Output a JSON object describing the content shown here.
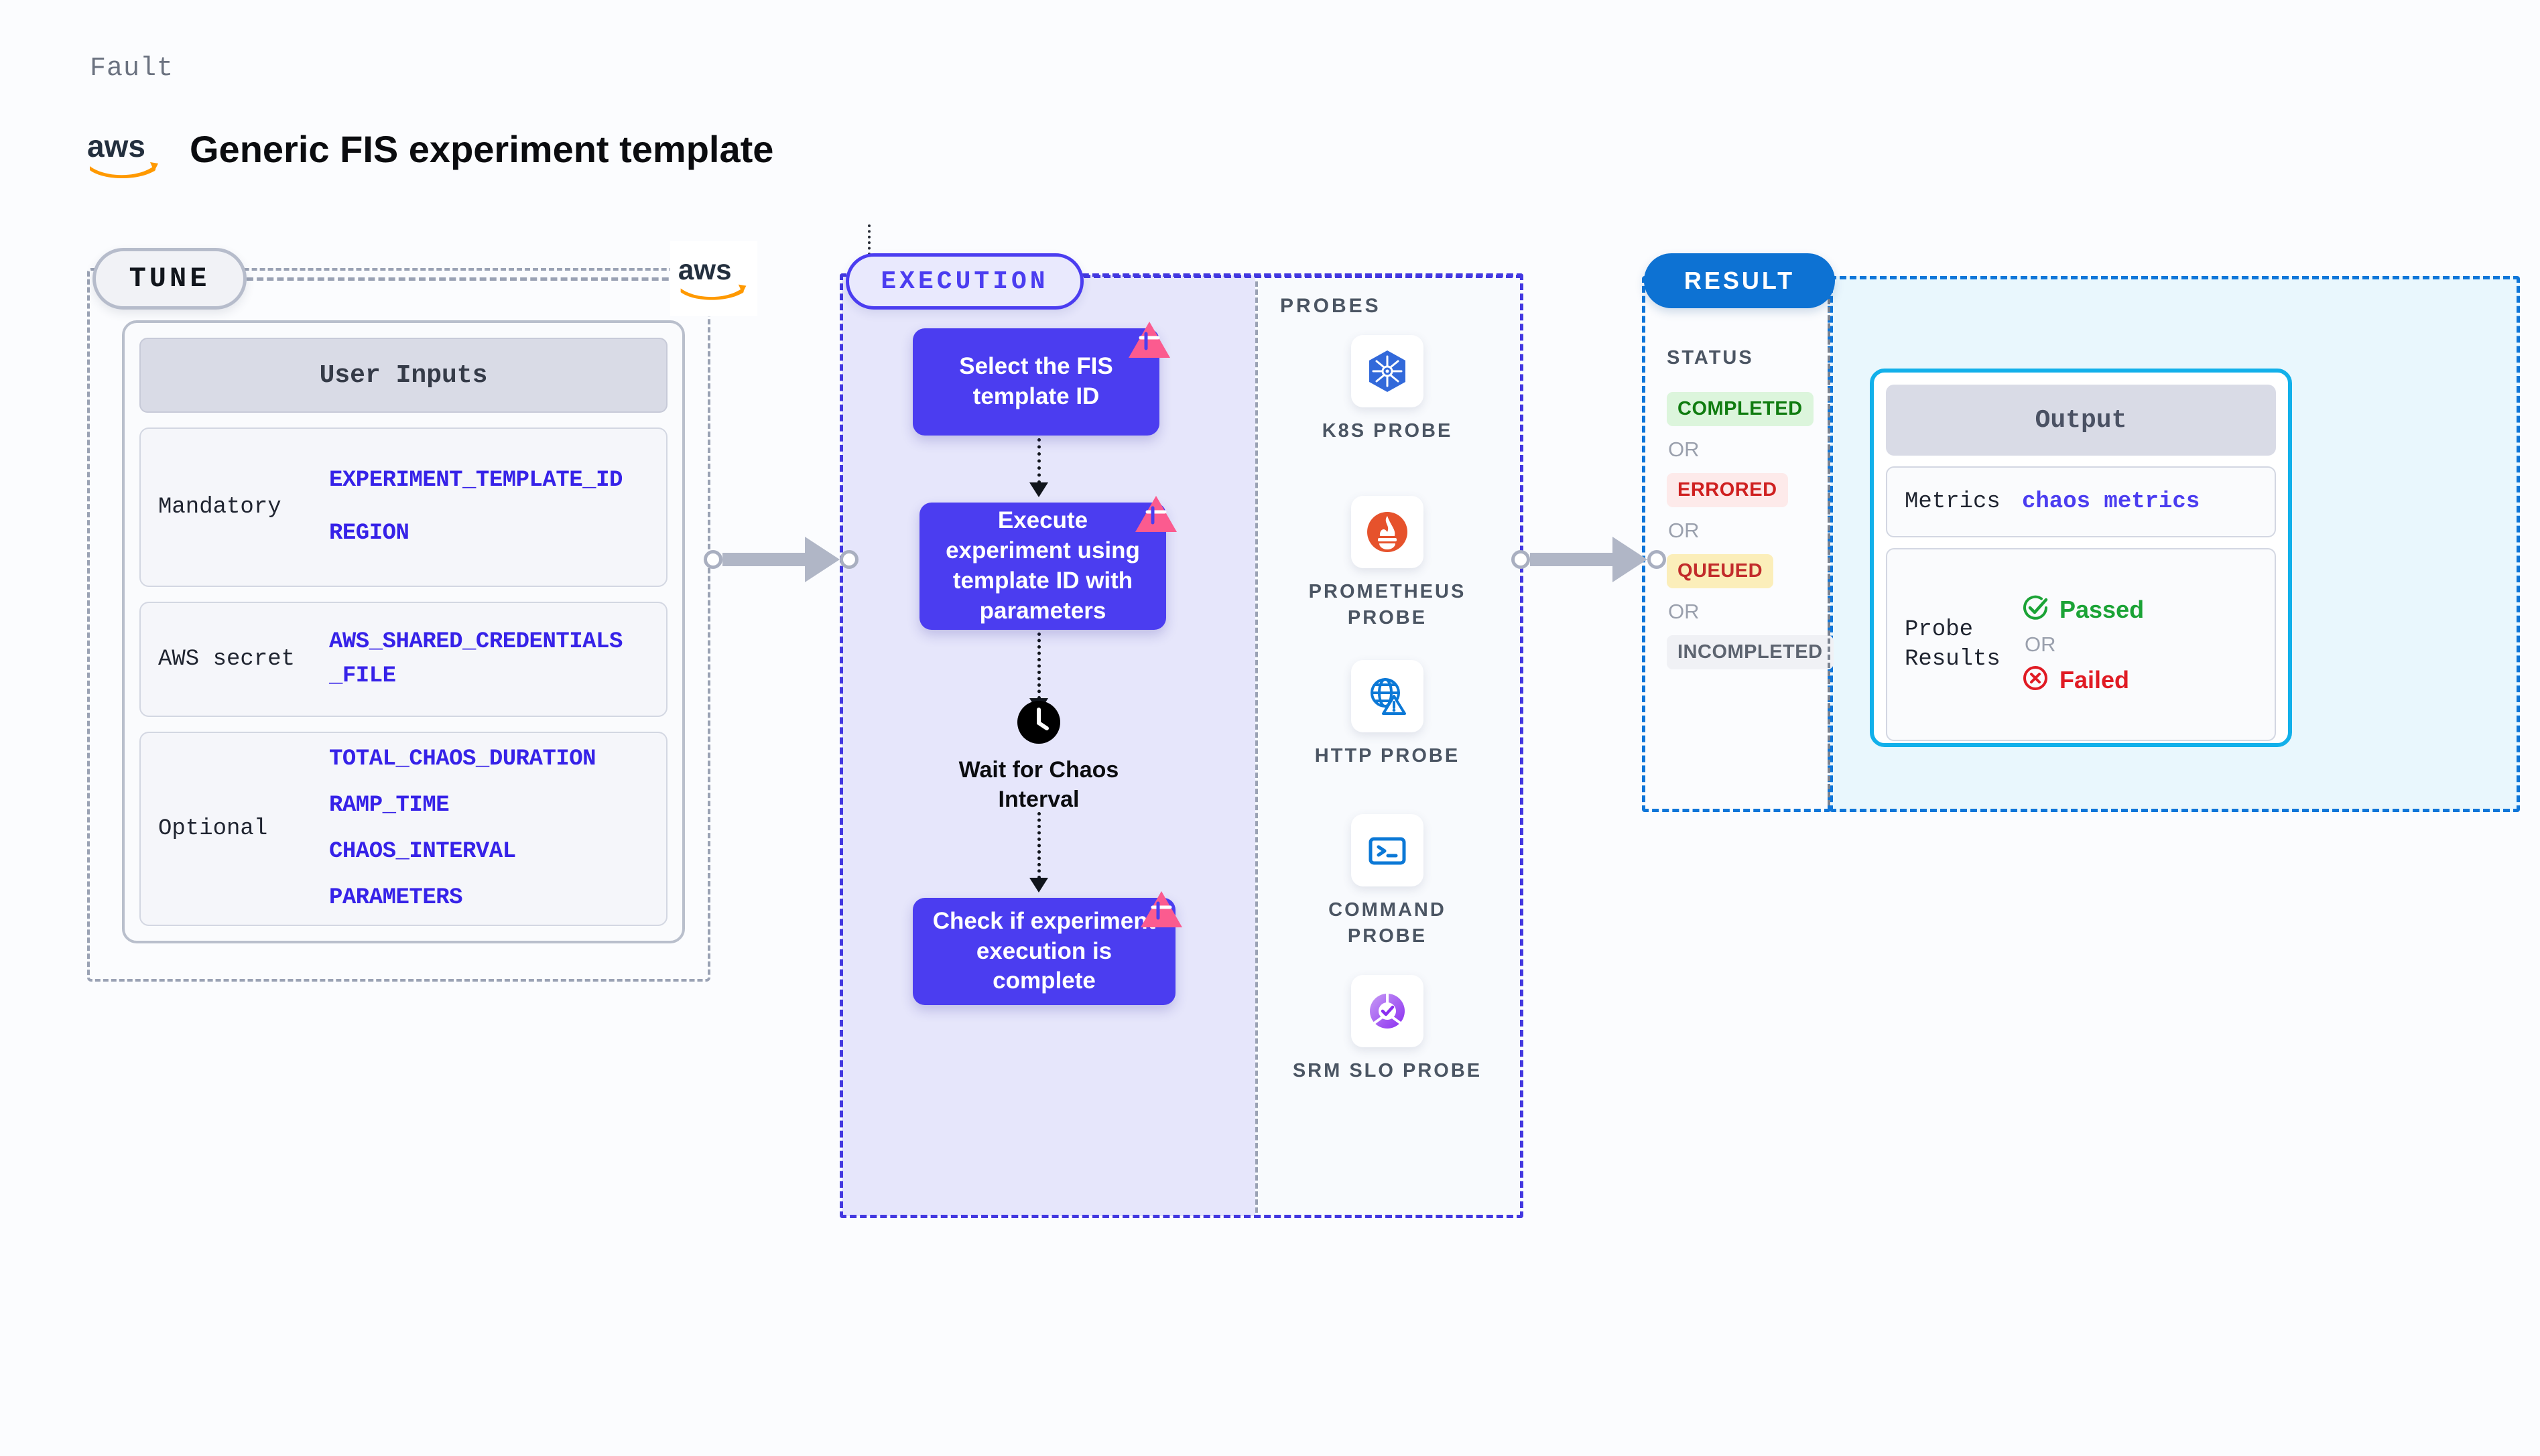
{
  "header": {
    "fault_label": "Fault",
    "title": "Generic FIS experiment template",
    "aws_logo": "aws-logo"
  },
  "tune": {
    "pill_label": "TUNE",
    "card_title": "User Inputs",
    "groups": [
      {
        "label": "Mandatory",
        "vars": [
          "EXPERIMENT_TEMPLATE_ID",
          "REGION"
        ]
      },
      {
        "label": "AWS secret",
        "vars": [
          "AWS_SHARED_CREDENTIALS",
          "_FILE"
        ]
      },
      {
        "label": "Optional",
        "vars": [
          "TOTAL_CHAOS_DURATION",
          "RAMP_TIME",
          "CHAOS_INTERVAL",
          "PARAMETERS"
        ]
      }
    ]
  },
  "execution": {
    "pill_label": "EXECUTION",
    "steps": [
      {
        "text": "Select the FIS template ID",
        "icon": "litmus-chaos-icon"
      },
      {
        "text": "Execute experiment using template ID with parameters",
        "icon": "litmus-chaos-icon"
      },
      {
        "text": "Wait for Chaos Interval",
        "icon": "clock-icon"
      },
      {
        "text": "Check if experiment execution is complete",
        "icon": "litmus-chaos-icon"
      }
    ],
    "probes_title": "PROBES",
    "probes": [
      {
        "label": "K8S PROBE",
        "icon": "kubernetes-icon"
      },
      {
        "label": "PROMETHEUS PROBE",
        "icon": "prometheus-icon"
      },
      {
        "label": "HTTP PROBE",
        "icon": "globe-warning-icon"
      },
      {
        "label": "COMMAND PROBE",
        "icon": "terminal-icon"
      },
      {
        "label": "SRM SLO PROBE",
        "icon": "slo-donut-icon"
      }
    ]
  },
  "result": {
    "pill_label": "RESULT",
    "status_title": "STATUS",
    "or_label": "OR",
    "statuses": [
      {
        "label": "COMPLETED",
        "bg": "#dcf5dc",
        "fg": "#107c10"
      },
      {
        "label": "ERRORED",
        "bg": "#fdeaea",
        "fg": "#cf2020"
      },
      {
        "label": "QUEUED",
        "bg": "#fbeeba",
        "fg": "#c22b2b"
      },
      {
        "label": "INCOMPLETED",
        "bg": "#f0f1f5",
        "fg": "#5d6470"
      }
    ],
    "output": {
      "title": "Output",
      "metrics_key": "Metrics",
      "metrics_value": "chaos metrics",
      "probe_key": "Probe Results",
      "passed_label": "Passed",
      "failed_label": "Failed",
      "or_label": "OR",
      "passed_color": "#1ba336",
      "failed_color": "#e01b24"
    }
  },
  "colors": {
    "accent_purple": "#4b3df0",
    "accent_blue": "#0d72d3",
    "litmus_pink": "#fb5b8f",
    "var_blue": "#3622e8"
  }
}
